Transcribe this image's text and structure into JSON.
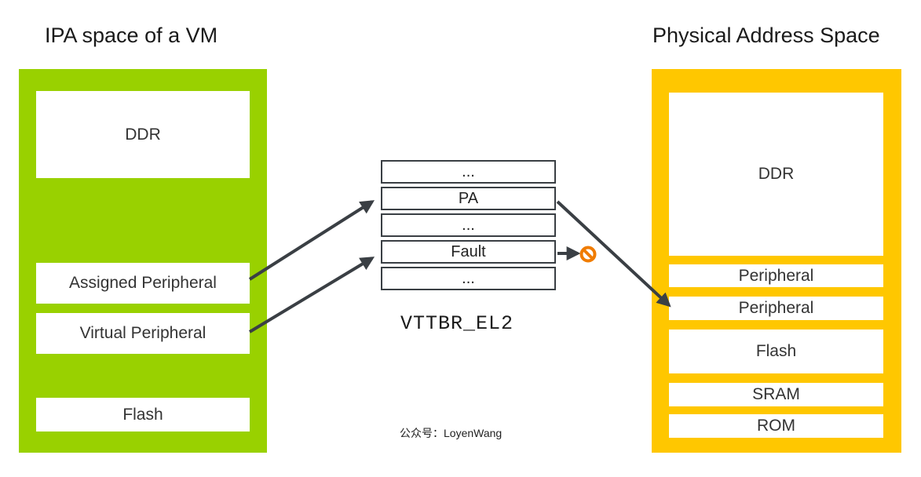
{
  "left_panel": {
    "title": "IPA space of a VM",
    "color": "#99d100",
    "regions": [
      "DDR",
      "Assigned Peripheral",
      "Virtual Peripheral",
      "Flash"
    ]
  },
  "right_panel": {
    "title": "Physical Address Space",
    "color": "#ffc700",
    "regions": [
      "DDR",
      "Peripheral",
      "Peripheral",
      "Flash",
      "SRAM",
      "ROM"
    ]
  },
  "table": {
    "label": "VTTBR_EL2",
    "entries": [
      "...",
      "PA",
      "...",
      "Fault",
      "..."
    ]
  },
  "colors": {
    "arrow": "#3a3f44",
    "fault_icon": "#f07c00"
  },
  "watermark": "公众号：LoyenWang"
}
